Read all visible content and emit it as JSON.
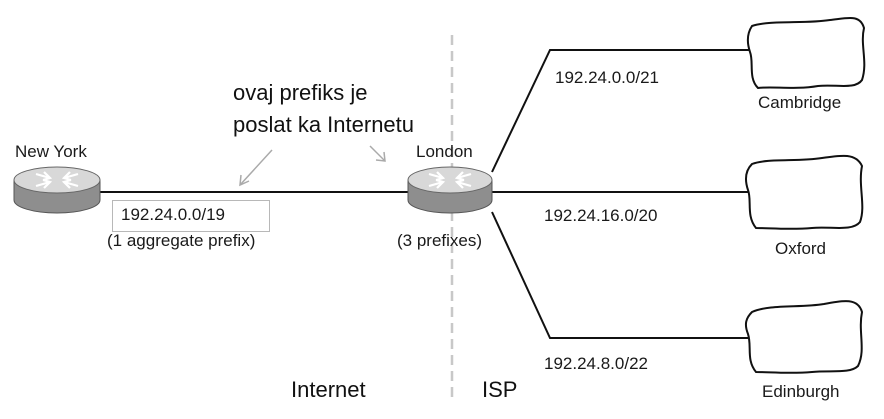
{
  "annotation": {
    "line1": "ovaj prefiks je",
    "line2": "poslat ka Internetu"
  },
  "routers": {
    "new_york": {
      "name": "New York",
      "aggregate_prefix": "192.24.0.0/19",
      "aggregate_note": "(1 aggregate prefix)"
    },
    "london": {
      "name": "London",
      "note": "(3 prefixes)"
    }
  },
  "sites": [
    {
      "name": "Cambridge",
      "prefix": "192.24.0.0/21"
    },
    {
      "name": "Oxford",
      "prefix": "192.24.16.0/20"
    },
    {
      "name": "Edinburgh",
      "prefix": "192.24.8.0/22"
    }
  ],
  "zones": {
    "left": "Internet",
    "right": "ISP"
  },
  "colors": {
    "line": "#111111",
    "router_top": "#d8d8d8",
    "router_side": "#8e8e8e",
    "divider": "#c8c8c8"
  }
}
